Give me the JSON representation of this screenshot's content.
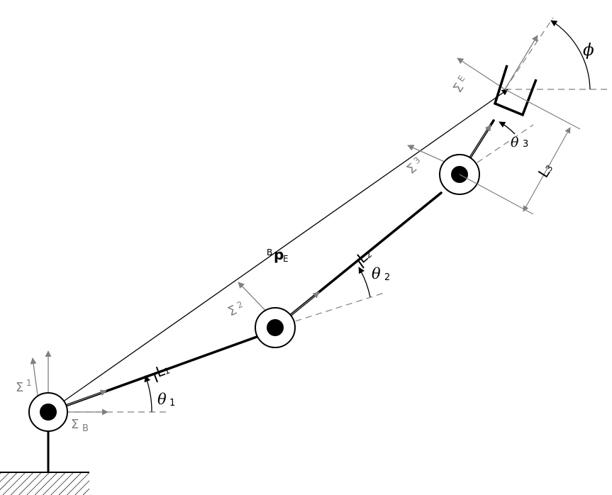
{
  "labels": {
    "theta1": "θ",
    "theta1_sub": "1",
    "theta2": "θ",
    "theta2_sub": "2",
    "theta3": "θ",
    "theta3_sub": "3",
    "phi": "ϕ",
    "L1": "L",
    "L1_sub": "1",
    "L2": "L",
    "L2_sub": "2",
    "L3": "L",
    "L3_sub": "3",
    "pE_sup": "B",
    "pE_main": "p",
    "pE_sub": "E",
    "sigma": "Σ",
    "sigma_B_sub": "B",
    "sigma_1_sub": "1",
    "sigma_2_sub": "2",
    "sigma_3_sub": "3",
    "sigma_E_sub": "E"
  },
  "colors": {
    "ink": "#000000",
    "frame_arrow": "#808080",
    "dashed": "#808080"
  }
}
